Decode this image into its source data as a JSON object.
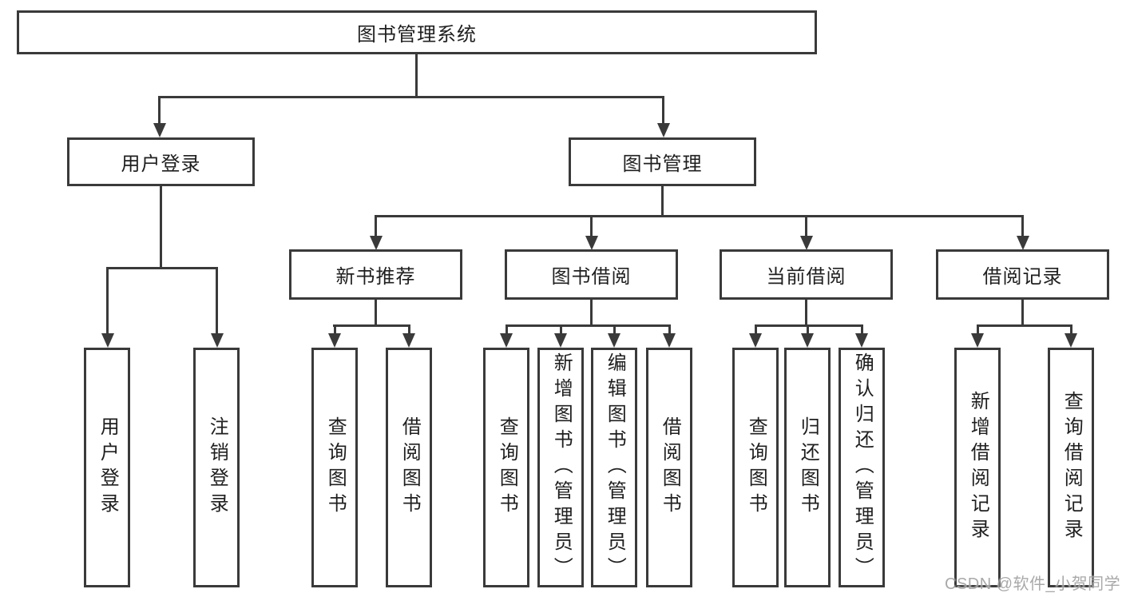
{
  "diagram": {
    "root": {
      "label": "图书管理系统"
    },
    "branches": [
      {
        "label": "用户登录",
        "children": [
          {
            "label": "用户登录"
          },
          {
            "label": "注销登录"
          }
        ]
      },
      {
        "label": "图书管理",
        "children": [
          {
            "label": "新书推荐",
            "children": [
              {
                "label": "查询图书"
              },
              {
                "label": "借阅图书"
              }
            ]
          },
          {
            "label": "图书借阅",
            "children": [
              {
                "label": "查询图书"
              },
              {
                "label": "新增图书（管理员）"
              },
              {
                "label": "编辑图书（管理员）"
              },
              {
                "label": "借阅图书"
              }
            ]
          },
          {
            "label": "当前借阅",
            "children": [
              {
                "label": "查询图书"
              },
              {
                "label": "归还图书"
              },
              {
                "label": "确认归还（管理员）"
              }
            ]
          },
          {
            "label": "借阅记录",
            "children": [
              {
                "label": "新增借阅记录"
              },
              {
                "label": "查询借阅记录"
              }
            ]
          }
        ]
      }
    ]
  },
  "watermark": {
    "text": "CSDN @软件_小贺同学"
  },
  "colors": {
    "line": "#3a3a3a",
    "text": "#1f1f1f",
    "watermark": "#969696",
    "background": "#ffffff"
  }
}
